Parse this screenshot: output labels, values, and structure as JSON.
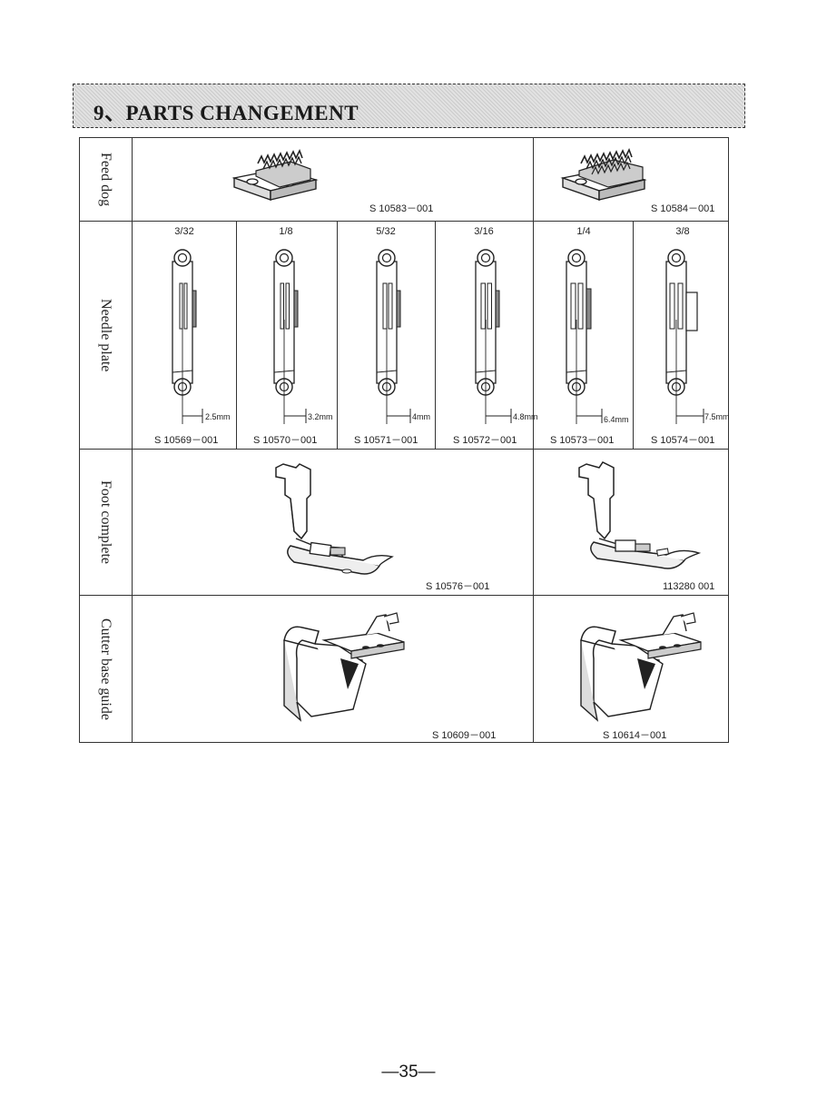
{
  "section": {
    "title": "9、PARTS CHANGEMENT"
  },
  "rows": {
    "feed_dog": {
      "label": "Feed dog",
      "items": [
        {
          "part_no": "S 10583－001",
          "illustration": "feed-dog-icon"
        },
        {
          "part_no": "S 10584－001",
          "illustration": "feed-dog-icon"
        }
      ]
    },
    "needle_plate": {
      "label": "Needle plate",
      "items": [
        {
          "size": "3/32",
          "gauge": "2.5mm",
          "part_no": "S 10569－001",
          "illustration": "needle-plate-icon"
        },
        {
          "size": "1/8",
          "gauge": "3.2mm",
          "part_no": "S 10570－001",
          "illustration": "needle-plate-icon"
        },
        {
          "size": "5/32",
          "gauge": "4mm",
          "part_no": "S 10571－001",
          "illustration": "needle-plate-icon"
        },
        {
          "size": "3/16",
          "gauge": "4.8mm",
          "part_no": "S 10572－001",
          "illustration": "needle-plate-icon"
        },
        {
          "size": "1/4",
          "gauge": "6.4mm",
          "part_no": "S 10573－001",
          "illustration": "needle-plate-icon"
        },
        {
          "size": "3/8",
          "gauge": "7.5mm",
          "part_no": "S 10574－001",
          "illustration": "needle-plate-icon"
        }
      ]
    },
    "foot_complete": {
      "label": "Foot complete",
      "items": [
        {
          "part_no": "S 10576－001",
          "illustration": "presser-foot-icon"
        },
        {
          "part_no": "113280   001",
          "illustration": "presser-foot-icon"
        }
      ]
    },
    "cutter_base_guide": {
      "label": "Cutter base guide",
      "items": [
        {
          "part_no": "S 10609－001",
          "illustration": "cutter-guide-icon"
        },
        {
          "part_no": "S 10614－001",
          "illustration": "cutter-guide-icon"
        }
      ]
    }
  },
  "footer": {
    "page_number": "—35—"
  }
}
